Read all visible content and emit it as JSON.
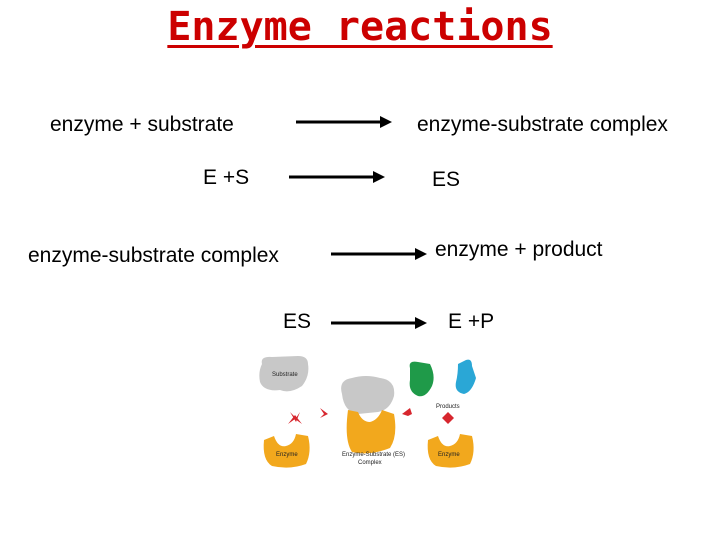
{
  "title": "Enzyme reactions",
  "rows": [
    {
      "left": "enzyme + substrate",
      "right": "enzyme-substrate complex"
    },
    {
      "left": "E +S",
      "right": "ES"
    },
    {
      "left": "enzyme-substrate complex",
      "right": "enzyme + product"
    },
    {
      "left": "ES",
      "right": "E +P"
    }
  ],
  "figure": {
    "labels": {
      "substrate": "Substrate",
      "enzyme_left": "Enzyme",
      "complex_line1": "Enzyme-Substrate (ES)",
      "complex_line2": "Complex",
      "products": "Products",
      "enzyme_right": "Enzyme"
    },
    "colors": {
      "substrate": "#c8c8c8",
      "enzyme": "#f2a81d",
      "product_green": "#1f9a49",
      "product_blue": "#2aa7d6",
      "arrow": "#d7262e"
    }
  }
}
